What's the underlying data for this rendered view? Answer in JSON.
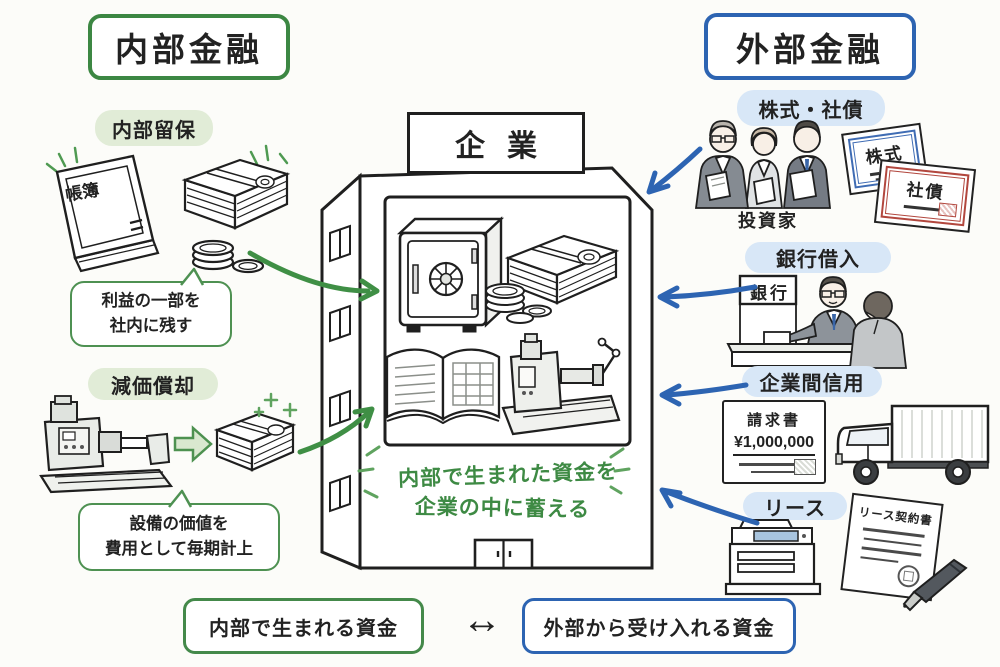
{
  "palette": {
    "green": "#3c8743",
    "green_arrow": "#3f8f45",
    "green_soft": "#e1ecd7",
    "green_text": "#3e8a44",
    "blue": "#2d64b2",
    "blue_soft": "#d8e7f7",
    "ink": "#1f1f1f",
    "cert_blue": "#3f6cb4",
    "cert_red": "#b2473e"
  },
  "titles": {
    "internal": "内部金融",
    "external": "外部金融"
  },
  "company": {
    "sign": "企業",
    "caption_line1": "内部で生まれた資金を",
    "caption_line2": "企業の中に蓄える"
  },
  "internal": {
    "retained_earnings": {
      "label": "内部留保",
      "ledger_label": "帳簿",
      "bubble_line1": "利益の一部を",
      "bubble_line2": "社内に残す"
    },
    "depreciation": {
      "label": "減価償却",
      "bubble_line1": "設備の価値を",
      "bubble_line2": "費用として毎期計上"
    }
  },
  "external": {
    "stocks_bonds": {
      "label": "株式・社債",
      "investors_caption": "投資家",
      "stock_certificate": "株式",
      "bond_certificate": "社債"
    },
    "bank_loan": {
      "label": "銀行借入",
      "bank_sign": "銀行"
    },
    "trade_credit": {
      "label": "企業間信用",
      "invoice_title": "請求書",
      "invoice_amount": "¥1,000,000"
    },
    "lease": {
      "label": "リース",
      "contract_title": "リース契約書"
    }
  },
  "footer": {
    "internal_label": "内部で生まれる資金",
    "arrow": "↔",
    "external_label": "外部から受け入れる資金"
  }
}
